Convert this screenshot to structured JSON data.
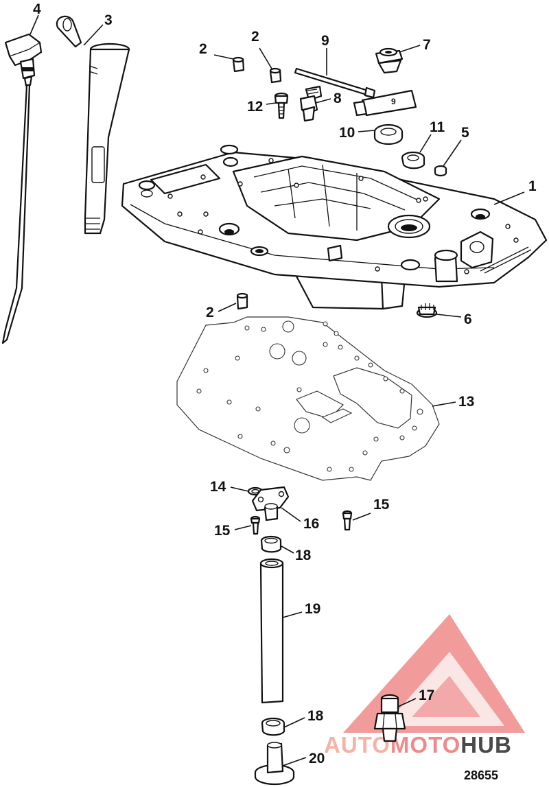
{
  "figure_number": "28655",
  "watermark": {
    "text_auto": "AUTO",
    "text_moto": "MOTO",
    "text_hub": "HUB",
    "color_accent": "#f08a8a",
    "color_dark": "#4a4a4a"
  },
  "callouts": [
    {
      "id": "c4",
      "label": "4"
    },
    {
      "id": "c3",
      "label": "3"
    },
    {
      "id": "c2a",
      "label": "2"
    },
    {
      "id": "c2b",
      "label": "2"
    },
    {
      "id": "c9",
      "label": "9"
    },
    {
      "id": "c7",
      "label": "7"
    },
    {
      "id": "c12",
      "label": "12"
    },
    {
      "id": "c8",
      "label": "8"
    },
    {
      "id": "c10",
      "label": "10"
    },
    {
      "id": "c11",
      "label": "11"
    },
    {
      "id": "c5",
      "label": "5"
    },
    {
      "id": "c1",
      "label": "1"
    },
    {
      "id": "c2c",
      "label": "2"
    },
    {
      "id": "c6",
      "label": "6"
    },
    {
      "id": "c13",
      "label": "13"
    },
    {
      "id": "c14",
      "label": "14"
    },
    {
      "id": "c16",
      "label": "16"
    },
    {
      "id": "c15a",
      "label": "15"
    },
    {
      "id": "c15b",
      "label": "15"
    },
    {
      "id": "c18a",
      "label": "18"
    },
    {
      "id": "c19",
      "label": "19"
    },
    {
      "id": "c17",
      "label": "17"
    },
    {
      "id": "c18b",
      "label": "18"
    },
    {
      "id": "c20",
      "label": "20"
    }
  ],
  "tube_label": "9"
}
